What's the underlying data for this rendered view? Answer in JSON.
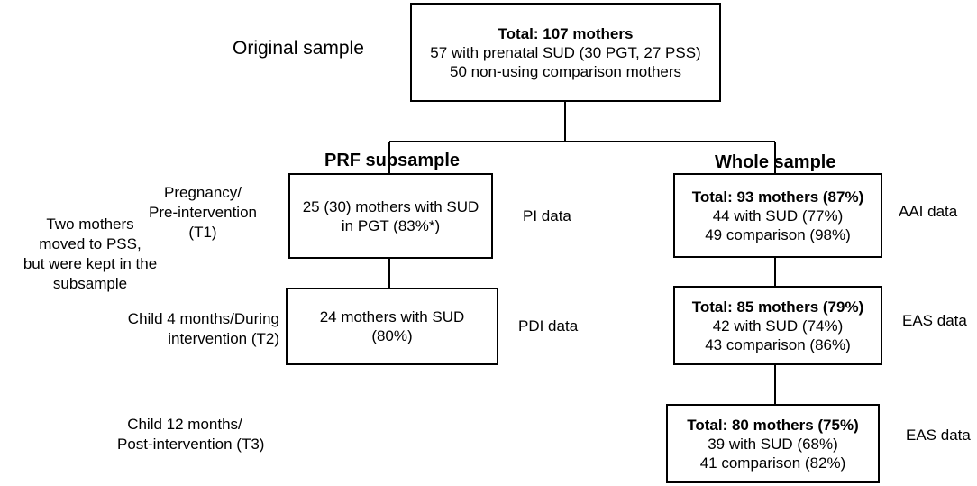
{
  "top_box": {
    "line1": "Total: 107 mothers",
    "line2": "57 with prenatal SUD (30 PGT, 27 PSS)",
    "line3": "50 non-using comparison mothers"
  },
  "original_sample_label": "Original sample",
  "prf_heading": "PRF subsample",
  "whole_heading": "Whole sample",
  "timepoints": {
    "t1": [
      "Pregnancy/",
      "Pre-intervention",
      "(T1)"
    ],
    "t2": [
      "Child 4 months/During",
      "intervention (T2)"
    ],
    "t3": [
      "Child 12 months/",
      "Post-intervention (T3)"
    ]
  },
  "side_note": [
    "Two mothers",
    "moved to PSS,",
    "but were kept in the",
    "subsample"
  ],
  "prf_boxes": [
    {
      "line1": "25 (30) mothers with SUD",
      "line2": "in PGT (83%*)",
      "data_label": "PI data"
    },
    {
      "line1": "24 mothers with SUD",
      "line2": "(80%)",
      "data_label": "PDI data"
    }
  ],
  "whole_boxes": [
    {
      "line1": "Total: 93 mothers (87%)",
      "line2": "44 with SUD (77%)",
      "line3": "49 comparison (98%)",
      "data_label": "AAI data"
    },
    {
      "line1": "Total: 85 mothers (79%)",
      "line2": "42 with SUD (74%)",
      "line3": "43 comparison (86%)",
      "data_label": "EAS data"
    },
    {
      "line1": "Total: 80 mothers (75%)",
      "line2": "39 with SUD (68%)",
      "line3": "41 comparison (82%)",
      "data_label": "EAS data"
    }
  ]
}
